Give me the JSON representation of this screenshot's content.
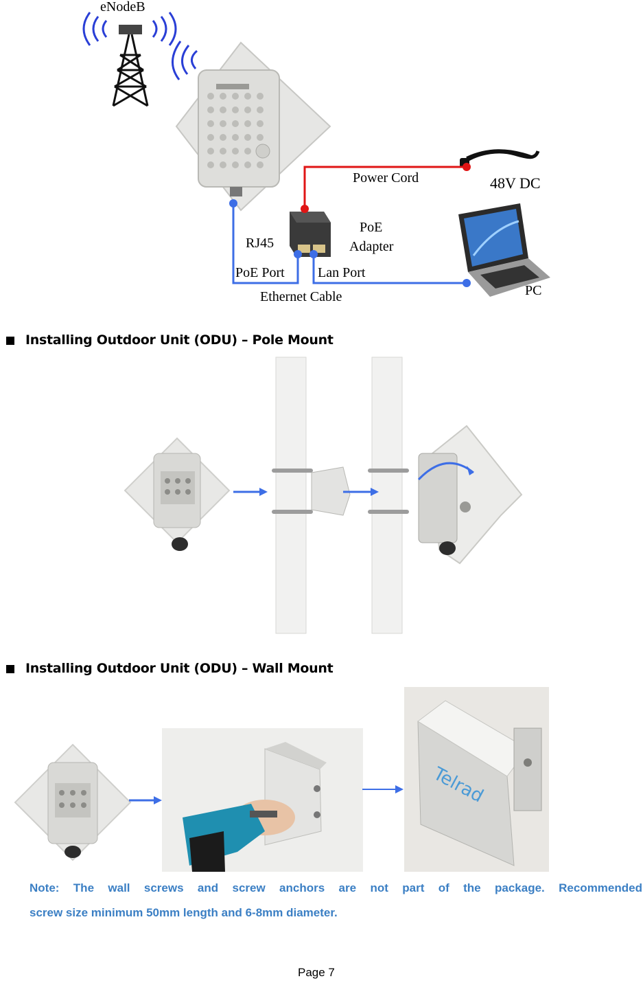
{
  "diagram": {
    "enodeb_label": "eNodeB",
    "power_cord_label": "Power Cord",
    "dc_label": "48V DC",
    "poe_adapter_label_1": "PoE",
    "poe_adapter_label_2": "Adapter",
    "rj45_label": "RJ45",
    "poe_port_label": "PoE Port",
    "lan_port_label": "Lan Port",
    "ethernet_cable_label": "Ethernet Cable",
    "pc_label": "PC",
    "colors": {
      "power_line": "#e01515",
      "ethernet_line": "#3d6ee6"
    }
  },
  "sections": [
    {
      "heading": "Installing Outdoor Unit (ODU) – Pole Mount"
    },
    {
      "heading": "Installing Outdoor Unit (ODU) – Wall Mount"
    }
  ],
  "wall_photo": {
    "brand_text": "Telrad"
  },
  "note": {
    "line1": "Note: The wall screws and screw anchors are not part of the package. Recommended",
    "line2": "screw size minimum 50mm length and 6-8mm diameter."
  },
  "footer": {
    "page_label": "Page 7"
  },
  "colors": {
    "arrow": "#3d6ee6",
    "note_text": "#3b7fc4"
  }
}
